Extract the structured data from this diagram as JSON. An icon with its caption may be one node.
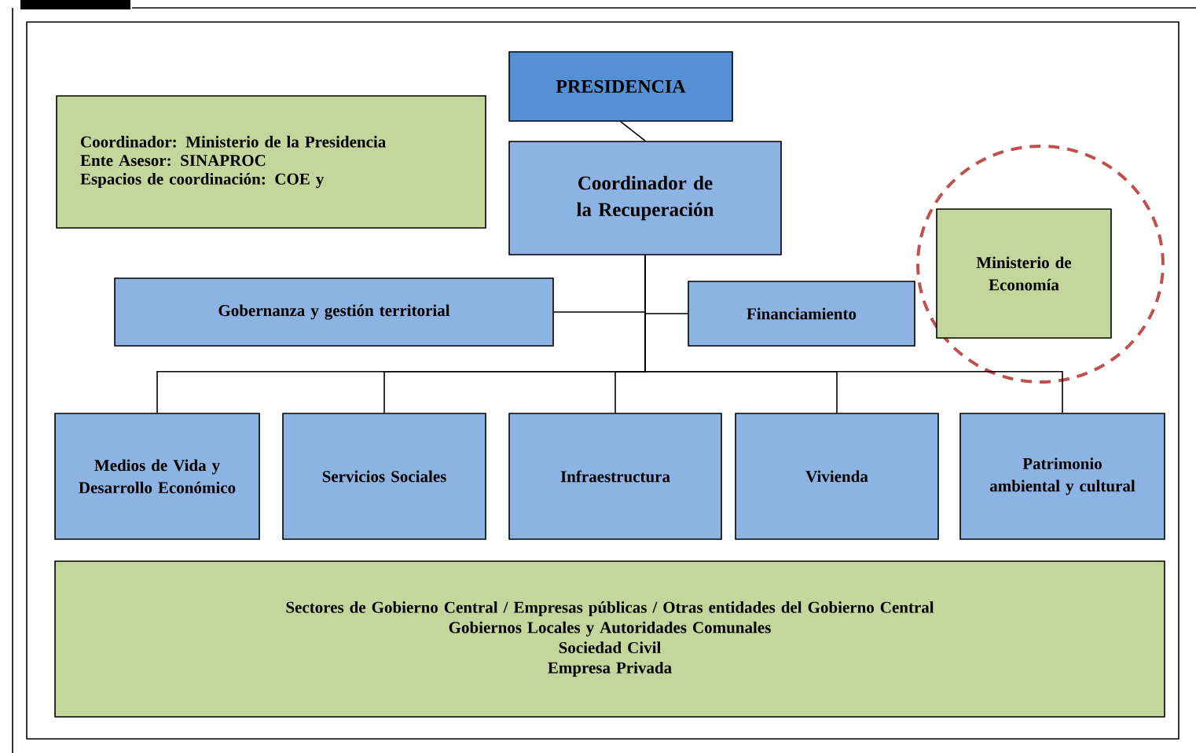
{
  "diagram": {
    "nodes": [
      {
        "text": [
          "PRESIDENCIA"
        ]
      },
      {
        "text": [
          "Coordinador: Ministerio de la Presidencia",
          "Ente Asesor: SINAPROC",
          "Espacios de coordinación: COE y"
        ]
      },
      {
        "text": [
          "Coordinador de la Recuperación"
        ]
      },
      {
        "text": [
          "Gobernanza y gestión territorial"
        ]
      },
      {
        "text": [
          "Financiamiento"
        ]
      },
      {
        "text": [
          "Ministerio de Economía"
        ]
      },
      {
        "text": [
          "Medios de Vida y Desarrollo Económico"
        ]
      },
      {
        "text": [
          "Servicios Sociales"
        ]
      },
      {
        "text": [
          "Infraestructura"
        ]
      },
      {
        "text": [
          "Vivienda"
        ]
      },
      {
        "text": [
          "Patrimonio ambiental y cultural"
        ]
      },
      {
        "text": [
          "Sectores de Gobierno Central / Empresas públicas / Otras entidades del Gobierno Central",
          "Gobiernos Locales y Autoridades Comunales",
          "Sociedad Civil",
          "Empresa Privada"
        ]
      }
    ],
    "edges": [
      {
        "from": 0,
        "to": 2,
        "arrow": "none"
      },
      {
        "from": 2,
        "to": 3,
        "arrow": "none"
      },
      {
        "from": 2,
        "to": 4,
        "arrow": "none"
      },
      {
        "from": 2,
        "to": 6,
        "arrow": "none"
      },
      {
        "from": 2,
        "to": 7,
        "arrow": "none"
      },
      {
        "from": 2,
        "to": 8,
        "arrow": "none"
      },
      {
        "from": 2,
        "to": 9,
        "arrow": "none"
      },
      {
        "from": 2,
        "to": 10,
        "arrow": "none"
      }
    ]
  }
}
